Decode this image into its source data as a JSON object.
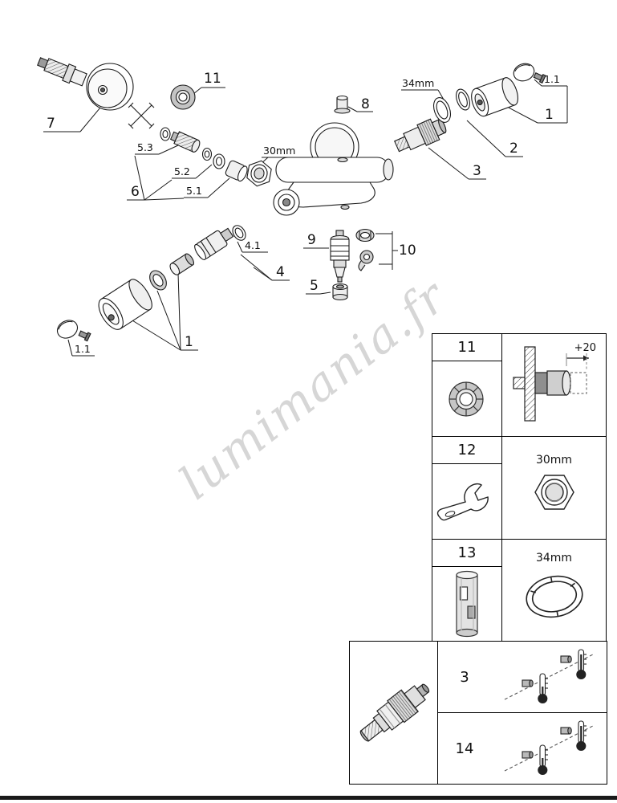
{
  "watermark": "lumimania.fr",
  "callouts": {
    "n7": "7",
    "n11": "11",
    "n8": "8",
    "d34mm": "34mm",
    "n1_1_top": "1.1",
    "n1_top": "1",
    "n2": "2",
    "n3": "3",
    "n5_3": "5.3",
    "n5_2": "5.2",
    "n5_1": "5.1",
    "n6": "6",
    "d30mm": "30mm",
    "n4_1": "4.1",
    "n4": "4",
    "n9": "9",
    "n10": "10",
    "n5": "5",
    "n1_1_bottom": "1.1",
    "n1_bottom": "1"
  },
  "accessories_table": {
    "rows": [
      {
        "number": "11",
        "tool_icon": "union-nut-icon",
        "detail_label": "+20",
        "detail_icon": "wall-extension-fitting-icon"
      },
      {
        "number": "12",
        "tool_icon": "open-end-wrench-icon",
        "detail_label": "30mm",
        "detail_icon": "hex-nut-icon"
      },
      {
        "number": "13",
        "tool_icon": "socket-tool-icon",
        "detail_label": "34mm",
        "detail_icon": "lock-ring-icon"
      }
    ]
  },
  "checkvalve_table": {
    "part_icon": "check-valve-icon",
    "rows": [
      {
        "number": "3",
        "detail_icon": "thermometer-comparison-icon"
      },
      {
        "number": "14",
        "detail_icon": "thermometer-comparison-icon"
      }
    ]
  }
}
